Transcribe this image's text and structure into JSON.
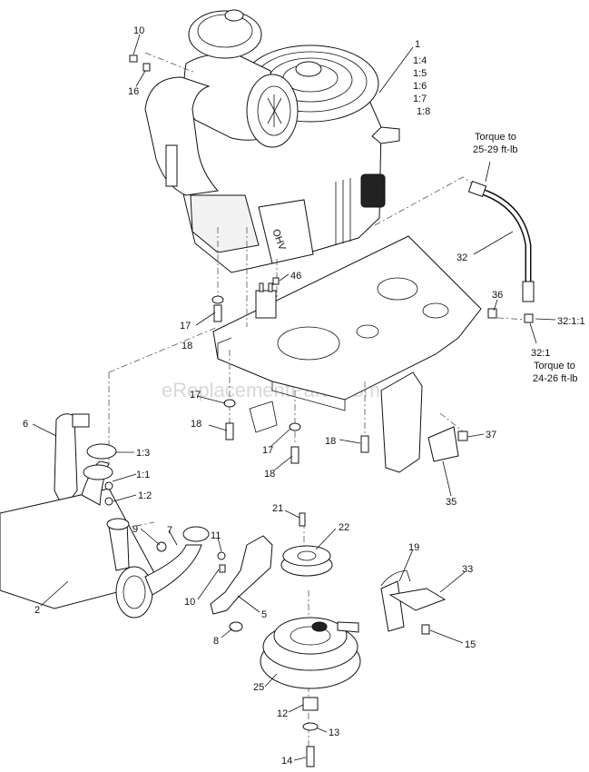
{
  "watermark": "eReplacementParts.com",
  "callouts": {
    "c1": "1",
    "c1_4": "1:4",
    "c1_5": "1:5",
    "c1_6": "1:6",
    "c1_7": "1:7",
    "c1_8": "1:8",
    "c10a": "10",
    "c16": "16",
    "torque_a1": "Torque to",
    "torque_a2": "25-29 ft-lb",
    "c32": "32",
    "c46": "46",
    "c36": "36",
    "c32_1_1": "32:1:1",
    "c32_1": "32:1",
    "torque_b1": "Torque to",
    "torque_b2": "24-26 ft-lb",
    "c17a": "17",
    "c18a": "18",
    "c17b": "17",
    "c18b": "18",
    "c17c": "17",
    "c18c": "18",
    "c18d": "18",
    "c37": "37",
    "c35": "35",
    "c6": "6",
    "c1_3": "1:3",
    "c1_1": "1:1",
    "c1_2": "1:2",
    "c9": "9",
    "c7": "7",
    "c11": "11",
    "c10b": "10",
    "c5": "5",
    "c2": "2",
    "c8": "8",
    "c21": "21",
    "c22": "22",
    "c19": "19",
    "c33": "33",
    "c15": "15",
    "c25": "25",
    "c12": "12",
    "c13": "13",
    "c14": "14"
  }
}
